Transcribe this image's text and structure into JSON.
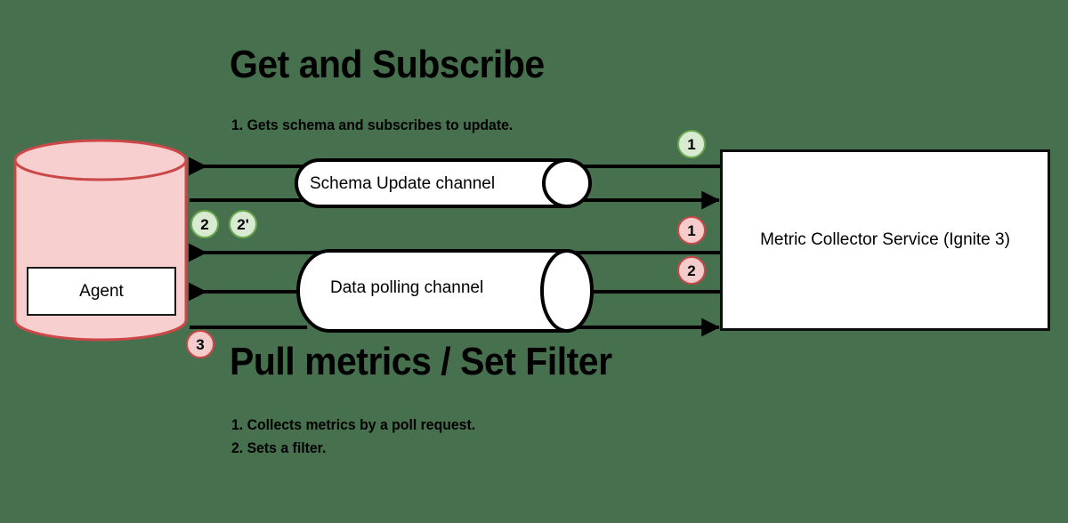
{
  "diagram": {
    "background_color": "#47704e",
    "sections": {
      "top": {
        "title": "Get and Subscribe",
        "steps": [
          "1. Gets schema and subscribes to update."
        ]
      },
      "bottom": {
        "title": "Pull metrics / Set Filter",
        "steps": [
          "1. Collects metrics by a poll request.",
          "2. Sets a filter."
        ]
      }
    },
    "nodes": {
      "database": {
        "label": "",
        "fill": "#f7cfcf",
        "stroke": "#cc4848"
      },
      "agent": {
        "label": "Agent",
        "fill": "#ffffff",
        "stroke": "#1a1a1a"
      },
      "service": {
        "label": "Metric Collector Service (Ignite 3)",
        "fill": "#ffffff",
        "stroke": "#0d0d0d"
      },
      "schema_channel": {
        "label": "Schema Update channel",
        "fill": "#ffffff",
        "stroke": "#000000"
      },
      "data_channel": {
        "label": "Data polling channel",
        "fill": "#ffffff",
        "stroke": "#000000"
      }
    },
    "badges": [
      {
        "id": "badge-green-1-top",
        "label": "1",
        "color": "green"
      },
      {
        "id": "badge-green-2",
        "label": "2",
        "color": "green"
      },
      {
        "id": "badge-green-2-prime",
        "label": "2'",
        "color": "green"
      },
      {
        "id": "badge-pink-1",
        "label": "1",
        "color": "pink"
      },
      {
        "id": "badge-pink-2",
        "label": "2",
        "color": "pink"
      },
      {
        "id": "badge-pink-3",
        "label": "3",
        "color": "pink"
      }
    ],
    "colors": {
      "badge_green_fill": "#d9ead3",
      "badge_green_stroke": "#6aa84f",
      "badge_pink_fill": "#f4cccc",
      "badge_pink_stroke": "#cc4848",
      "db_fill": "#f7cfcf",
      "db_stroke": "#cc4848",
      "line": "#000000"
    }
  }
}
